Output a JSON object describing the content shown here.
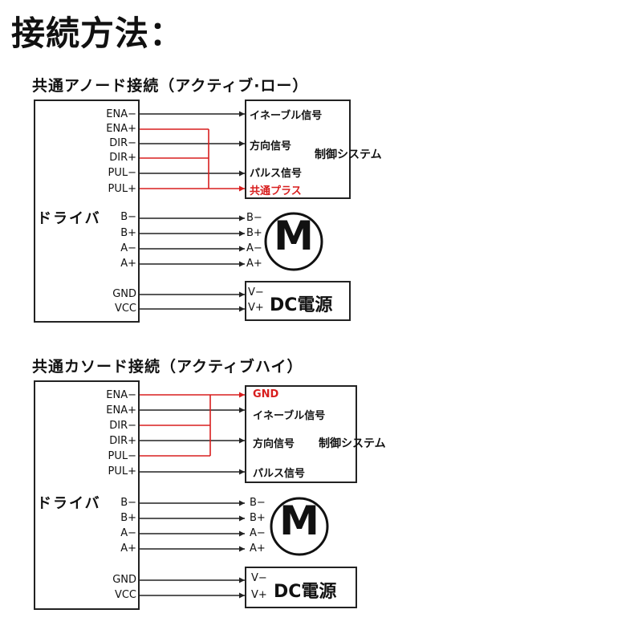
{
  "title": "接続方法：",
  "sections": [
    {
      "heading": "共通アノード接続（アクティブ·ロー）",
      "driver_label": "ドライバ",
      "system_label": "制御システム",
      "control_pins": [
        "ENA−",
        "ENA+",
        "DIR−",
        "DIR+",
        "PUL−",
        "PUL+"
      ],
      "control_targets": [
        "イネーブル信号",
        "方向信号",
        "パルス信号",
        "共通プラス"
      ],
      "common_target": "共通プラス",
      "common_pins": [
        "ENA+",
        "DIR+",
        "PUL+"
      ],
      "motor_pins": [
        "B−",
        "B+",
        "A−",
        "A+"
      ],
      "motor_symbol": "M",
      "power_pins": [
        "GND",
        "VCC"
      ],
      "power_terminals": [
        "V−",
        "V+"
      ],
      "power_label": "DC電源"
    },
    {
      "heading": "共通カソード接続（アクティブハイ）",
      "driver_label": "ドライバ",
      "system_label": "制御システム",
      "control_pins": [
        "ENA−",
        "ENA+",
        "DIR−",
        "DIR+",
        "PUL−",
        "PUL+"
      ],
      "control_targets": [
        "GND",
        "イネーブル信号",
        "方向信号",
        "パルス信号"
      ],
      "common_target": "GND",
      "common_pins": [
        "ENA−",
        "DIR−",
        "PUL−"
      ],
      "motor_pins": [
        "B−",
        "B+",
        "A−",
        "A+"
      ],
      "motor_symbol": "M",
      "power_pins": [
        "GND",
        "VCC"
      ],
      "power_terminals": [
        "V−",
        "V+"
      ],
      "power_label": "DC電源"
    }
  ],
  "colors": {
    "wire": "#222222",
    "common_wire": "#d81e1e",
    "text_highlight": "#d81e1e"
  }
}
